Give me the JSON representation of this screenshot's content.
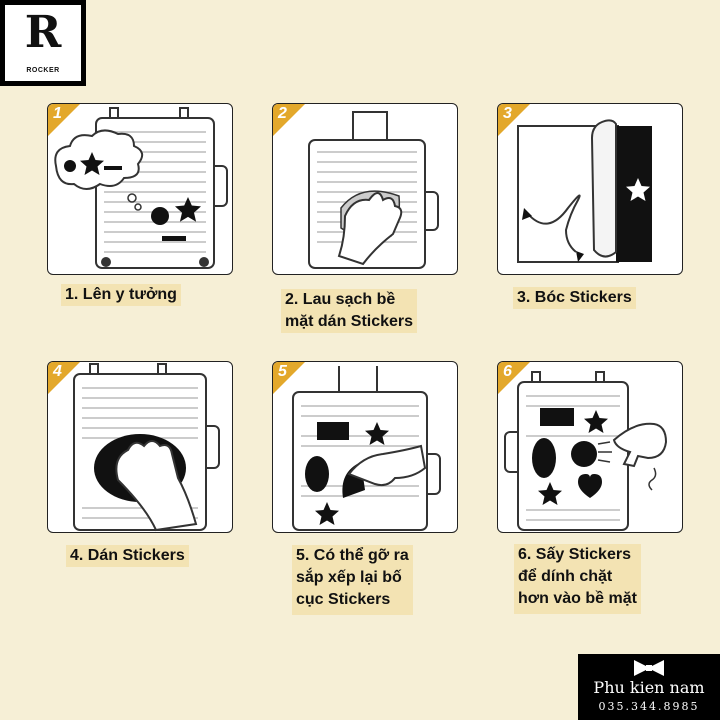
{
  "logo": {
    "letter": "R",
    "word": "ROCKER"
  },
  "steps": [
    {
      "number": "1",
      "caption_lines": [
        "1. Lên y tưởng"
      ]
    },
    {
      "number": "2",
      "caption_lines": [
        "2. Lau sạch bề",
        "mặt dán Stickers"
      ]
    },
    {
      "number": "3",
      "caption_lines": [
        "3. Bóc Stickers"
      ]
    },
    {
      "number": "4",
      "caption_lines": [
        "4. Dán Stickers"
      ]
    },
    {
      "number": "5",
      "caption_lines": [
        "5. Có thể gỡ ra",
        "sắp xếp lại bố",
        "cục Stickers"
      ]
    },
    {
      "number": "6",
      "caption_lines": [
        "6. Sấy Stickers",
        "để dính chặt",
        "hơn vào bề mặt"
      ]
    }
  ],
  "brand": {
    "name": "Phu kien nam",
    "phone": "035.344.8985",
    "icon": "bow-tie-icon"
  },
  "colors": {
    "background": "#f6efd6",
    "badge": "#e3a82b",
    "caption_bg": "#f3e3b3"
  }
}
